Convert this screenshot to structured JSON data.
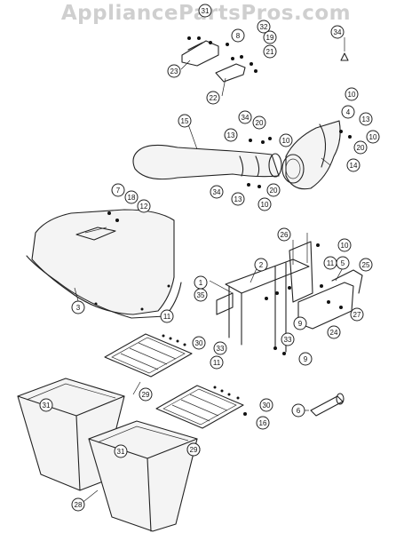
{
  "watermark": "AppliancePartsPros.com",
  "callouts": [
    "31",
    "8",
    "32",
    "19",
    "21",
    "23",
    "22",
    "34",
    "10",
    "15",
    "34",
    "20",
    "10",
    "13",
    "4",
    "13",
    "20",
    "10",
    "14",
    "34",
    "20",
    "13",
    "10",
    "7",
    "18",
    "12",
    "3",
    "26",
    "10",
    "1",
    "2",
    "11",
    "5",
    "25",
    "35",
    "9",
    "33",
    "27",
    "24",
    "9",
    "33",
    "11",
    "30",
    "29",
    "11",
    "30",
    "31",
    "29",
    "16",
    "6",
    "31",
    "29",
    "28"
  ]
}
